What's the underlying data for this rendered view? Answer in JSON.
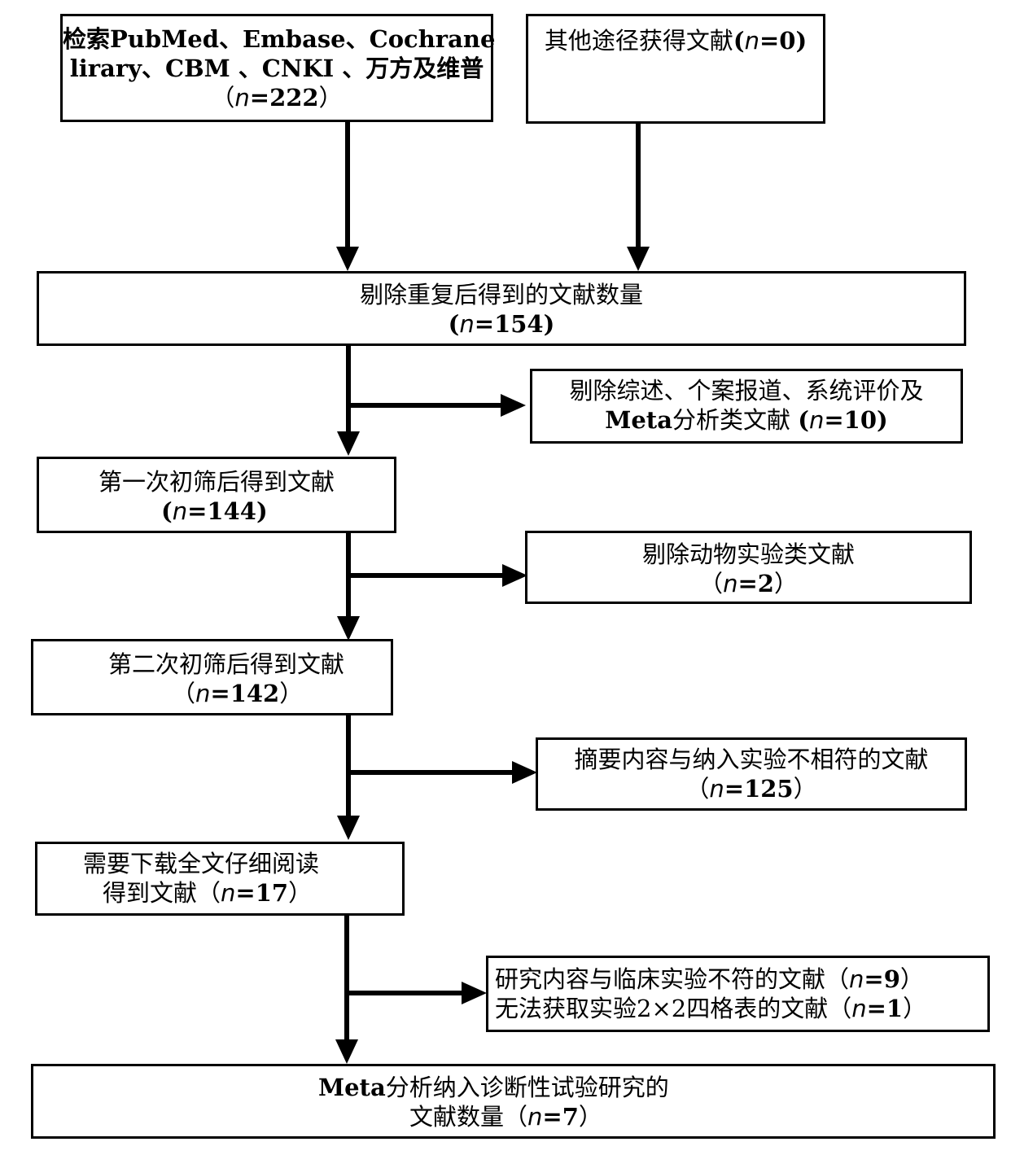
{
  "boxes": {
    "search": {
      "line1": "检索PubMed、Embase、Cochrane",
      "line2": "lirary、CBM 、CNKI 、万方及维普",
      "line3_open": "（",
      "n_symbol": "n",
      "line3_value": "=222",
      "line3_close": "）"
    },
    "other": {
      "label": "其他途径获得文献",
      "open": "(",
      "n_symbol": "n",
      "value": "=0",
      "close": ")"
    },
    "dedup": {
      "line1": "剔除重复后得到的文献数量",
      "open": "(",
      "n_symbol": "n",
      "value": "=154",
      "close": ")"
    },
    "excl_reviews": {
      "line1": "剔除综述、个案报道、系统评价及",
      "line2_meta": "Meta",
      "line2_text": "分析类文献",
      "open": "(",
      "n_symbol": "n",
      "value": "=10",
      "close": ")"
    },
    "first_screen": {
      "line1": "第一次初筛后得到文献",
      "open": "(",
      "n_symbol": "n",
      "value": "=144",
      "close": ")"
    },
    "excl_animal": {
      "line1": "剔除动物实验类文献",
      "open": "（",
      "n_symbol": "n",
      "value": "=2",
      "close": "）"
    },
    "second_screen": {
      "line1": "第二次初筛后得到文献",
      "open": "（",
      "n_symbol": "n",
      "value": "=142",
      "close": "）"
    },
    "excl_abstract": {
      "line1": "摘要内容与纳入实验不相符的文献",
      "open": "（",
      "n_symbol": "n",
      "value": "=125",
      "close": "）"
    },
    "fulltext": {
      "line1": "需要下载全文仔细阅读",
      "line2_text": "得到文献",
      "open": "（",
      "n_symbol": "n",
      "value": "=17",
      "close": "）"
    },
    "excl_fulltext": {
      "line1_text": "研究内容与临床实验不符的文献",
      "line1_open": "（",
      "line1_n": "n",
      "line1_value": "=9",
      "line1_close": "）",
      "line2_text": "无法获取实验2×2四格表的文献",
      "line2_open": "（",
      "line2_n": "n",
      "line2_value": "=1",
      "line2_close": "）"
    },
    "final": {
      "line1_meta": "Meta",
      "line1_text": "分析纳入诊断性试验研究的",
      "line2_text": "文献数量",
      "open": "（",
      "n_symbol": "n",
      "value": "=7",
      "close": "）"
    }
  }
}
